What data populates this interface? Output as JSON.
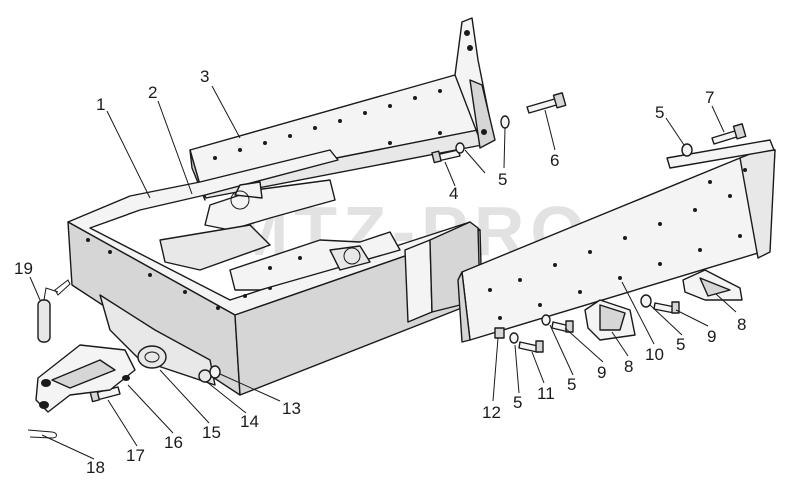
{
  "callouts": [
    {
      "id": "c1",
      "text": "1"
    },
    {
      "id": "c2",
      "text": "2"
    },
    {
      "id": "c3",
      "text": "3"
    },
    {
      "id": "c4",
      "text": "4"
    },
    {
      "id": "c5a",
      "text": "5"
    },
    {
      "id": "c6",
      "text": "6"
    },
    {
      "id": "c5b",
      "text": "5"
    },
    {
      "id": "c7",
      "text": "7"
    },
    {
      "id": "c8a",
      "text": "8"
    },
    {
      "id": "c9a",
      "text": "9"
    },
    {
      "id": "c5c",
      "text": "5"
    },
    {
      "id": "c10",
      "text": "10"
    },
    {
      "id": "c8b",
      "text": "8"
    },
    {
      "id": "c9b",
      "text": "9"
    },
    {
      "id": "c5d",
      "text": "5"
    },
    {
      "id": "c11",
      "text": "11"
    },
    {
      "id": "c5e",
      "text": "5"
    },
    {
      "id": "c12",
      "text": "12"
    },
    {
      "id": "c13",
      "text": "13"
    },
    {
      "id": "c14",
      "text": "14"
    },
    {
      "id": "c15",
      "text": "15"
    },
    {
      "id": "c16",
      "text": "16"
    },
    {
      "id": "c17",
      "text": "17"
    },
    {
      "id": "c18",
      "text": "18"
    },
    {
      "id": "c19",
      "text": "19"
    }
  ],
  "watermark": "MTZ-PRO"
}
